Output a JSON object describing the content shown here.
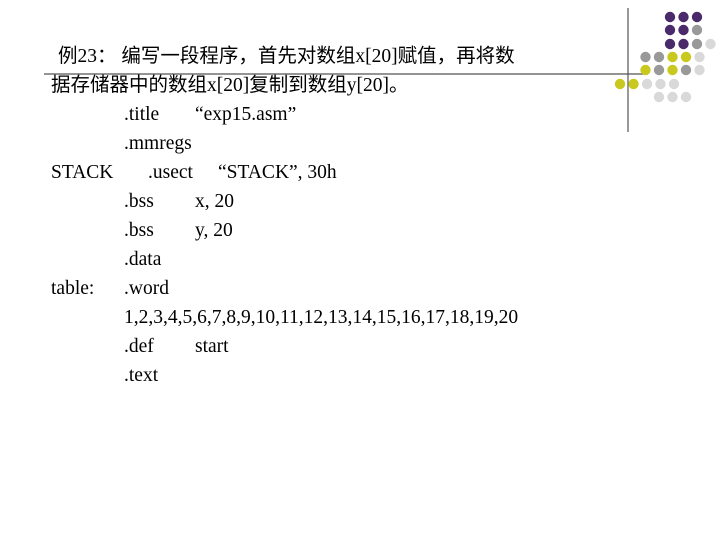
{
  "heading": {
    "line1": "例23： 编写一段程序，首先对数组x[20]赋值，再将数",
    "line2": "据存储器中的数组x[20]复制到数组y[20]。"
  },
  "code": [
    {
      "label": "",
      "instr": ".title",
      "operand": "“exp15.asm”"
    },
    {
      "label": "",
      "instr": ".mmregs",
      "operand": ""
    },
    {
      "label": "STACK",
      "instr": ".usect",
      "operand": "“STACK”, 30h"
    },
    {
      "label": "",
      "instr": ".bss",
      "operand": "x, 20"
    },
    {
      "label": "",
      "instr": ".bss",
      "operand": "y, 20"
    },
    {
      "label": "",
      "instr": ".data",
      "operand": ""
    },
    {
      "label": "table:",
      "instr": ".word",
      "operand": ""
    },
    {
      "label": "",
      "instr": "1,2,3,4,5,6,7,8,9,10,11,12,13,14,15,16,17,18,19,20",
      "operand": ""
    },
    {
      "label": "",
      "instr": ".def",
      "operand": "start"
    },
    {
      "label": "",
      "instr": ".text",
      "operand": ""
    }
  ],
  "theme": {
    "dot_purple": "#4b2a6b",
    "dot_gray": "#999999",
    "dot_yellow": "#c8c81e",
    "dot_light": "#d9d9d9",
    "rule_color": "#555555"
  }
}
